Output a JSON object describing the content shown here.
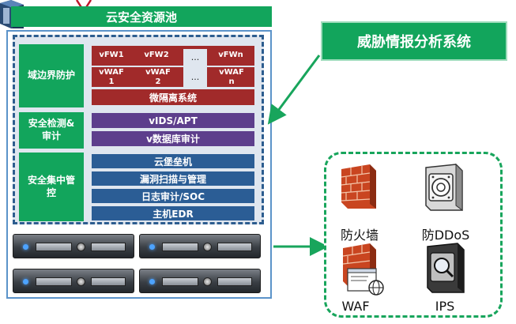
{
  "pool": {
    "title": "云安全资源池",
    "groups": [
      {
        "label": "域边界防护"
      },
      {
        "label": "安全检测&审计"
      },
      {
        "label": "安全集中管控"
      }
    ],
    "firewall_row": [
      "vFW1",
      "vFW2",
      "...",
      "vFWn"
    ],
    "waf_row": [
      "vWAF 1",
      "vWAF 2",
      "...",
      "vWAF n"
    ],
    "micro_isolation": "微隔离系统",
    "detection": [
      "vIDS/APT",
      "v数据库审计"
    ],
    "management": [
      "云堡垒机",
      "漏洞扫描与管理",
      "日志审计/SOC",
      "主机EDR"
    ]
  },
  "threat_intel": {
    "label": "威胁情报分析系统"
  },
  "devices": [
    {
      "label": "防火墙",
      "icon": "firewall-icon"
    },
    {
      "label": "防DDoS",
      "icon": "anti-ddos-icon"
    },
    {
      "label": "WAF",
      "icon": "waf-icon"
    },
    {
      "label": "IPS",
      "icon": "ips-icon"
    }
  ],
  "colors": {
    "green": "#12a55c",
    "red": "#a12a2a",
    "purple": "#5d3e8c",
    "blue": "#2b5d95",
    "border_blue": "#5b93c9"
  }
}
